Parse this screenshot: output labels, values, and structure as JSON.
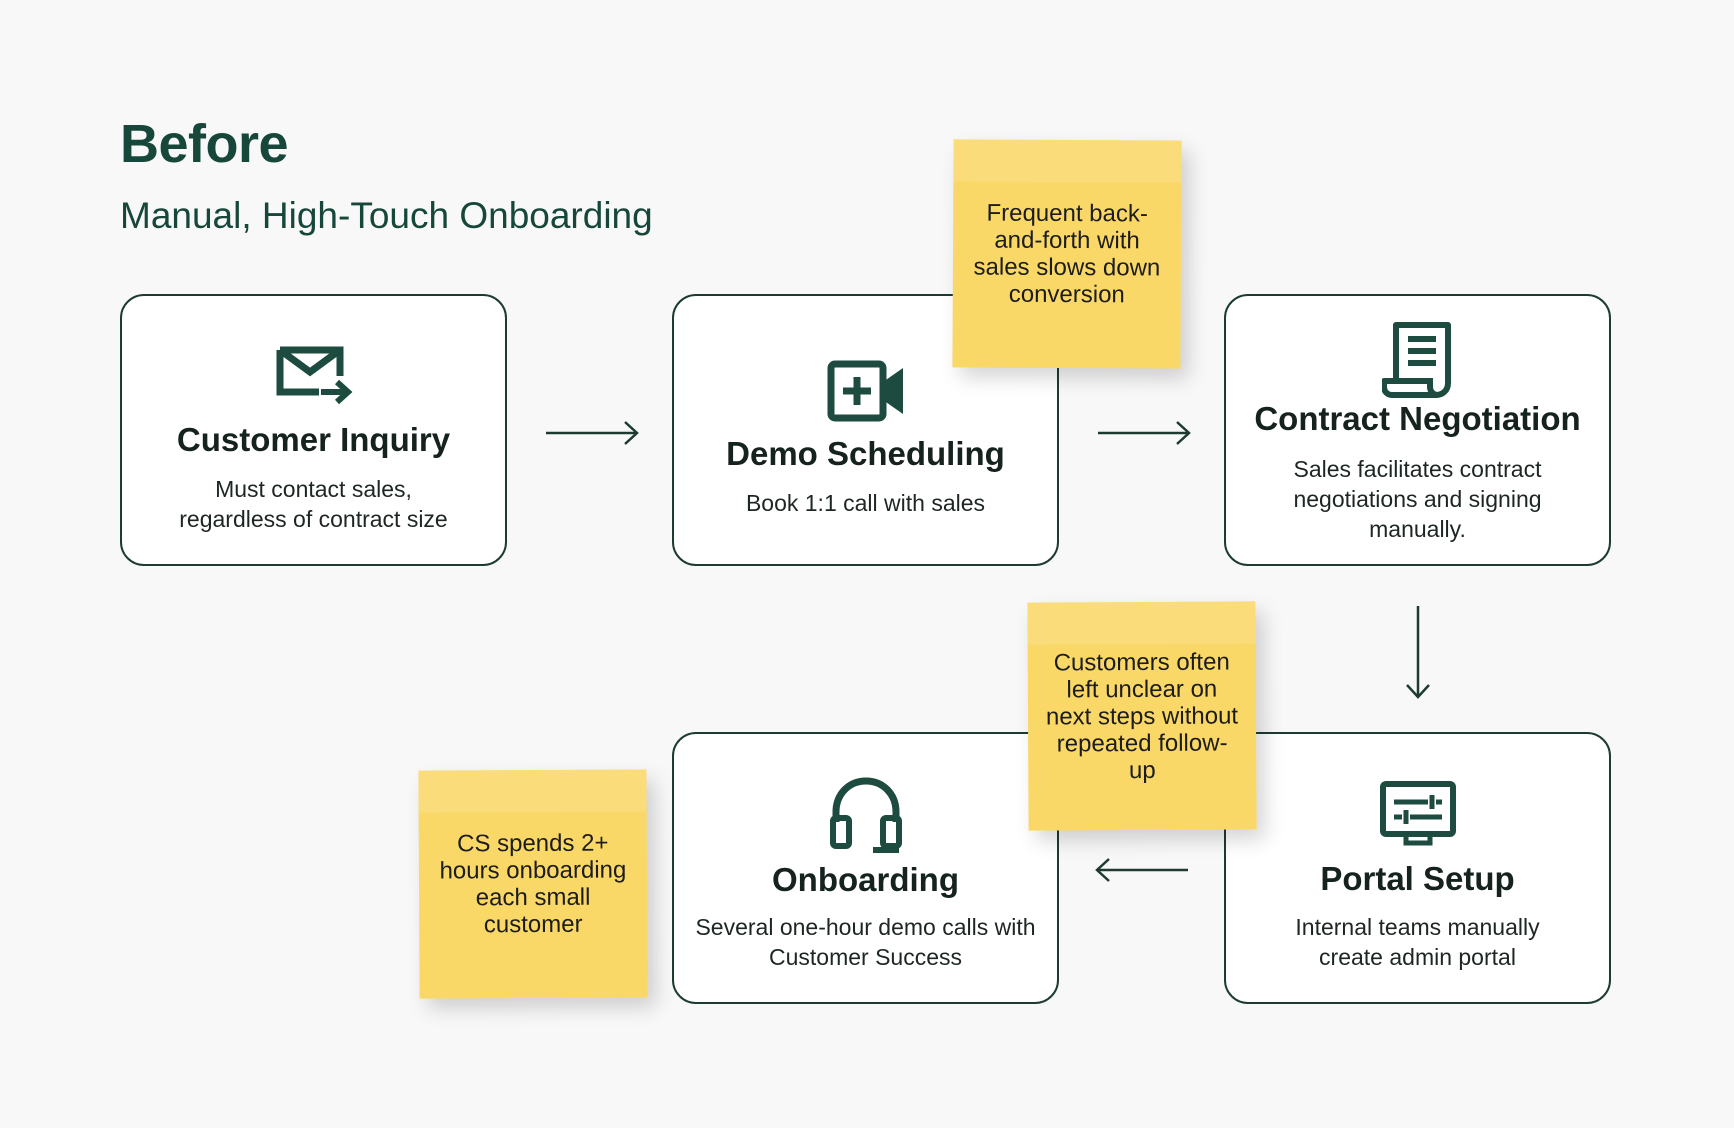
{
  "header": {
    "title": "Before",
    "subtitle": "Manual, High-Touch Onboarding"
  },
  "steps": [
    {
      "icon": "email-forward-icon",
      "title": "Customer Inquiry",
      "description": "Must contact sales,\nregardless of contract size"
    },
    {
      "icon": "video-call-add-icon",
      "title": "Demo Scheduling",
      "description": "Book 1:1 call with sales"
    },
    {
      "icon": "contract-document-icon",
      "title": "Contract Negotiation",
      "description": "Sales facilitates contract negotiations and signing manually."
    },
    {
      "icon": "admin-settings-monitor-icon",
      "title": "Portal Setup",
      "description": "Internal teams manually create admin portal"
    },
    {
      "icon": "headset-icon",
      "title": "Onboarding",
      "description": "Several one-hour demo calls with Customer Success"
    }
  ],
  "notes": [
    {
      "text": "Frequent back-and-forth with sales slows down conversion"
    },
    {
      "text": "Customers often left unclear on next steps without repeated follow-up"
    },
    {
      "text": "CS spends 2+ hours onboarding each small customer"
    }
  ],
  "colors": {
    "accent": "#16473a",
    "card_border": "#1d3b33",
    "sticky_note": "#fad868",
    "background": "#f8f8f8"
  }
}
